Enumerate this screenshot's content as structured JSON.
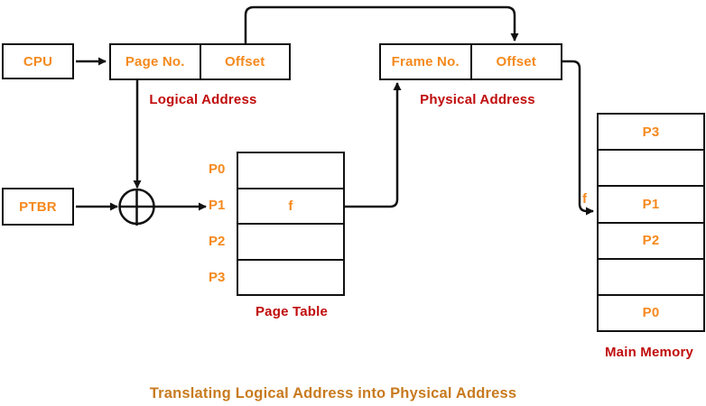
{
  "title": "Translating Logical Address into Physical Address",
  "colors": {
    "orange_text": "#F5891D",
    "red_label": "#C00B0B",
    "title_orange": "#C87A1E",
    "line": "#111111"
  },
  "cpu": {
    "label": "CPU"
  },
  "ptbr": {
    "label": "PTBR"
  },
  "logical_address_box": {
    "page_no": "Page No.",
    "offset": "Offset",
    "caption": "Logical Address"
  },
  "physical_address_box": {
    "frame_no": "Frame No.",
    "offset": "Offset",
    "caption": "Physical Address"
  },
  "adder": {
    "symbol": "+"
  },
  "page_table": {
    "caption": "Page Table",
    "row_labels": [
      "P0",
      "P1",
      "P2",
      "P3"
    ],
    "rows": [
      "",
      "f",
      "",
      ""
    ]
  },
  "main_memory": {
    "caption": "Main Memory",
    "frame_pointer_label": "f",
    "rows": [
      "P3",
      "",
      "P1",
      "P2",
      "",
      "P0"
    ]
  }
}
